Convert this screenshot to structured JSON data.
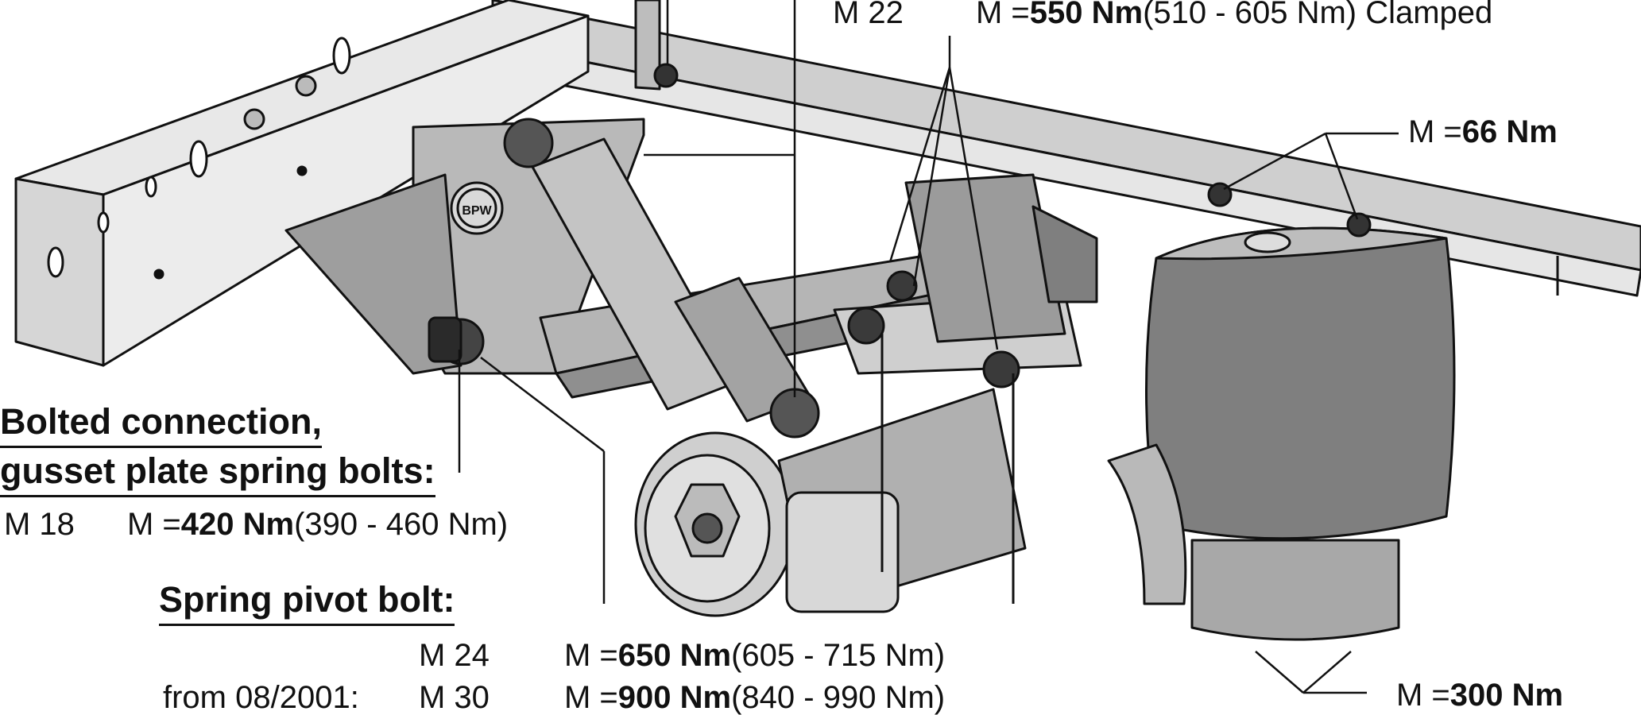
{
  "labels": {
    "top_bolt": {
      "size": "M 22",
      "prefix": "M = ",
      "value": "550 Nm",
      "range": " (510 - 605 Nm) Clamped"
    },
    "frame_bolts": {
      "prefix": "M = ",
      "value": "66 Nm"
    },
    "gusset": {
      "heading_line1": "Bolted connection,",
      "heading_line2": "gusset plate spring bolts:",
      "size": "M 18",
      "prefix": "M = ",
      "value": "420 Nm",
      "range": " (390 - 460 Nm)"
    },
    "pivot": {
      "heading": "Spring pivot bolt:",
      "row1": {
        "size": "M 24",
        "prefix": "M = ",
        "value": "650 Nm",
        "range": " (605 - 715 Nm)"
      },
      "row2": {
        "qualifier": "from 08/2001:",
        "size": "M 30",
        "prefix": "M = ",
        "value": "900 Nm",
        "range": " (840 - 990 Nm)"
      }
    },
    "air_spring": {
      "prefix": "M = ",
      "value": "300 Nm"
    }
  },
  "logo": {
    "text": "BPW"
  },
  "colors": {
    "ink": "#111111",
    "light_grey": "#cfcfcf",
    "mid_grey": "#a9a9a9",
    "dark_grey": "#7d7d7d"
  }
}
